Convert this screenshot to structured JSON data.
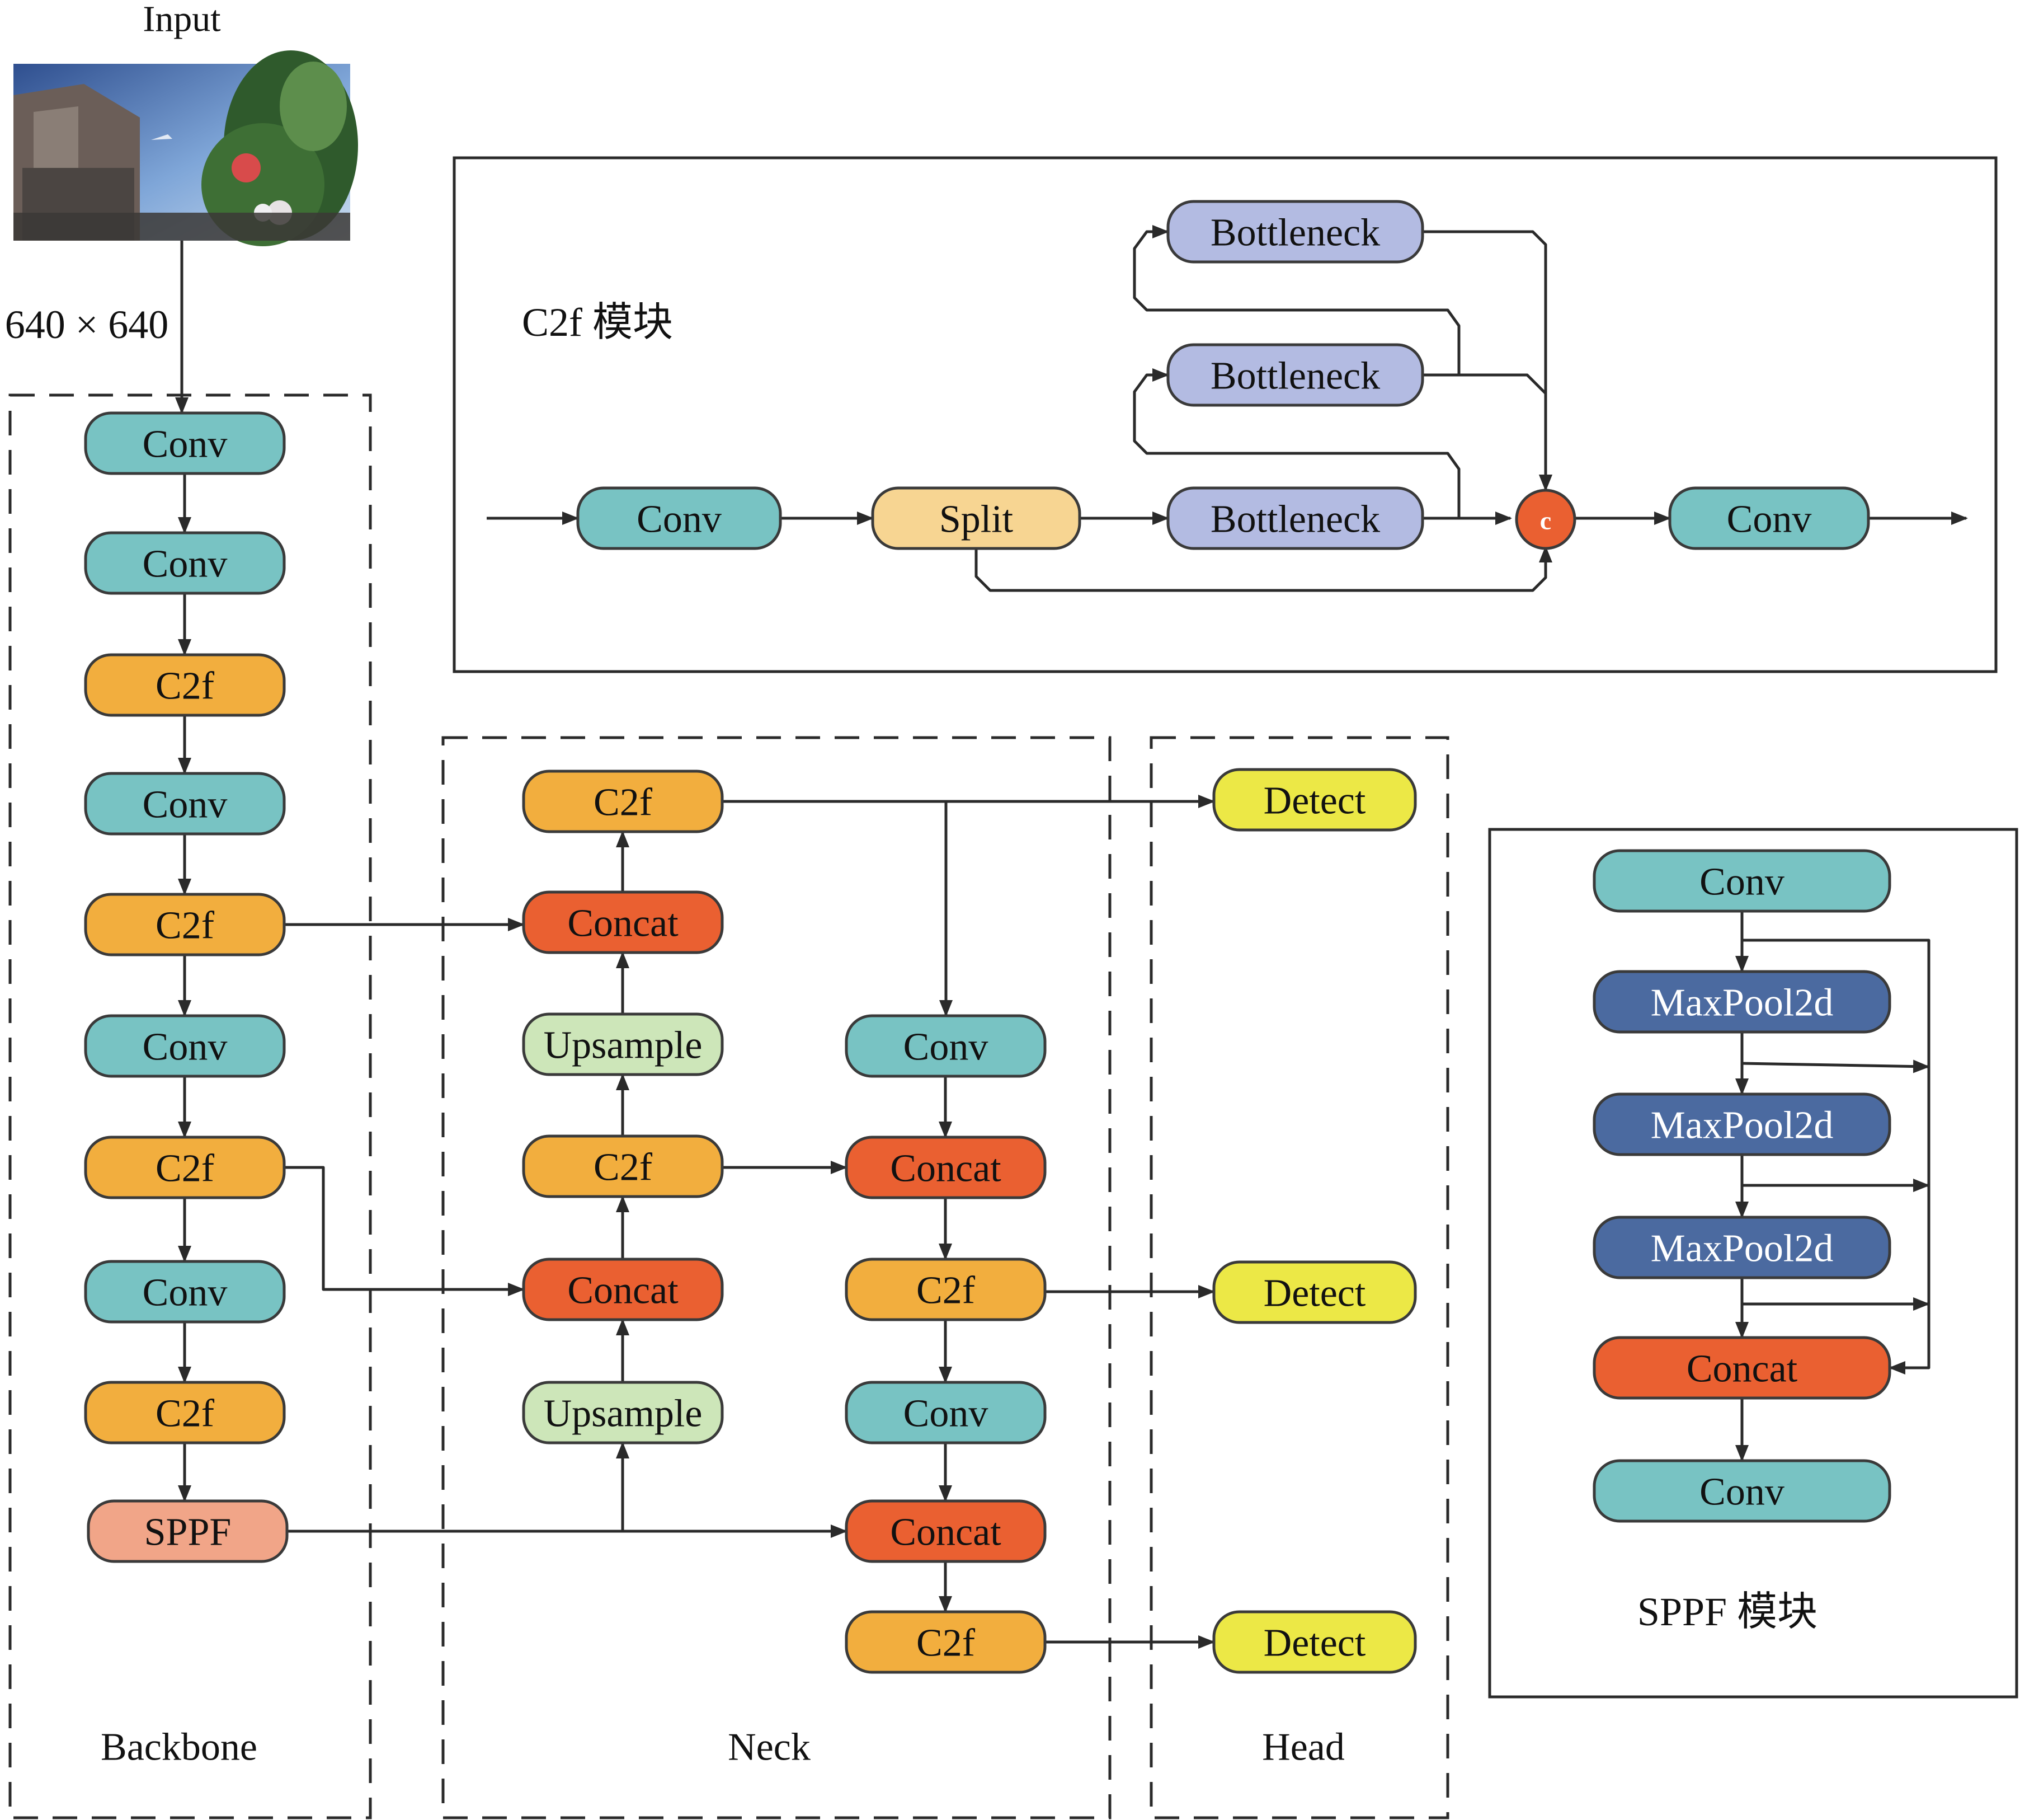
{
  "input": {
    "label": "Input",
    "size_label": "640 × 640"
  },
  "sections": {
    "backbone": "Backbone",
    "neck": "Neck",
    "head": "Head",
    "c2f_module": "C2f 模块",
    "sppf_module": "SPPF 模块"
  },
  "labels": {
    "conv": "Conv",
    "c2f": "C2f",
    "sppf": "SPPF",
    "concat": "Concat",
    "upsample": "Upsample",
    "detect": "Detect",
    "split": "Split",
    "bottleneck": "Bottleneck",
    "maxpool": "MaxPool2d",
    "concat_symbol": "c"
  },
  "colors": {
    "conv": "#78c3c3",
    "c2f": "#f2ae3e",
    "sppf": "#f1a588",
    "concat": "#ea6031",
    "upsample": "#cde6b9",
    "detect": "#ece846",
    "split": "#f7d592",
    "bottleneck": "#b3bbe2",
    "maxpool": "#4b6aa0",
    "line": "#2a2a2a"
  },
  "icons": {
    "input_image": "street-photo",
    "concat_node": "concat-circle-icon"
  }
}
